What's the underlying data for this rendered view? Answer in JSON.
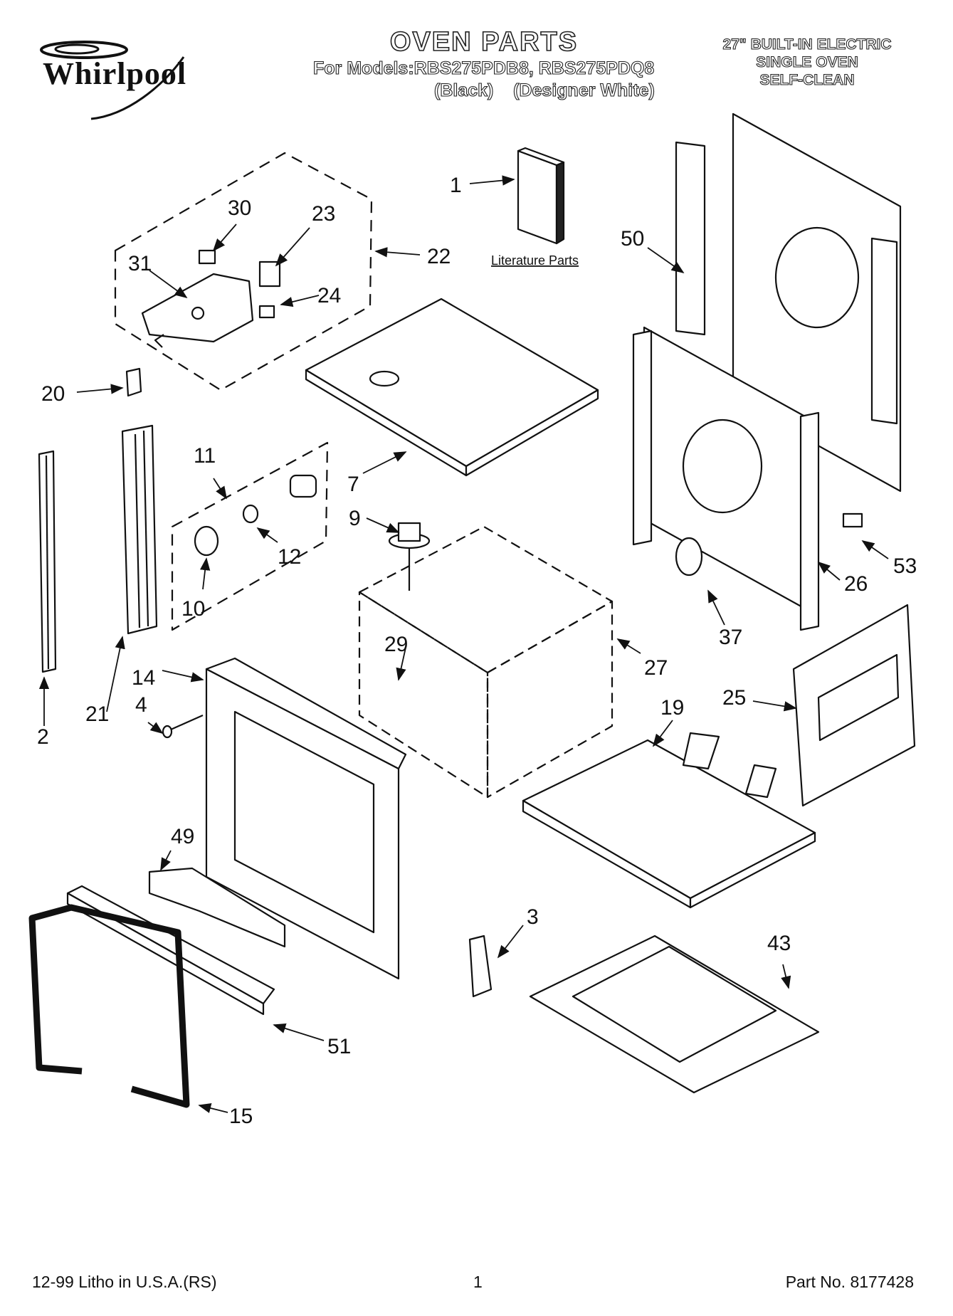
{
  "header": {
    "brand": "Whirlpool",
    "title": "OVEN PARTS",
    "models_line": "For Models:RBS275PDB8, RBS275PDQ8",
    "model_variants": "(Black)    (Designer White)",
    "oven_type": [
      "27\" BUILT-IN ELECTRIC",
      "SINGLE OVEN",
      "SELF-CLEAN"
    ]
  },
  "diagram": {
    "literature_label": "Literature Parts",
    "callouts": {
      "c1": "1",
      "c2": "2",
      "c3": "3",
      "c4": "4",
      "c7": "7",
      "c9": "9",
      "c10": "10",
      "c11": "11",
      "c12": "12",
      "c14": "14",
      "c15": "15",
      "c19": "19",
      "c20": "20",
      "c21": "21",
      "c22": "22",
      "c23": "23",
      "c24": "24",
      "c25": "25",
      "c26": "26",
      "c27": "27",
      "c29": "29",
      "c30": "30",
      "c31": "31",
      "c37": "37",
      "c43": "43",
      "c49": "49",
      "c50": "50",
      "c51": "51",
      "c53": "53"
    }
  },
  "footer": {
    "print_info": "12-99 Litho in U.S.A.(RS)",
    "page_number": "1",
    "part_number": "Part No. 8177428"
  }
}
